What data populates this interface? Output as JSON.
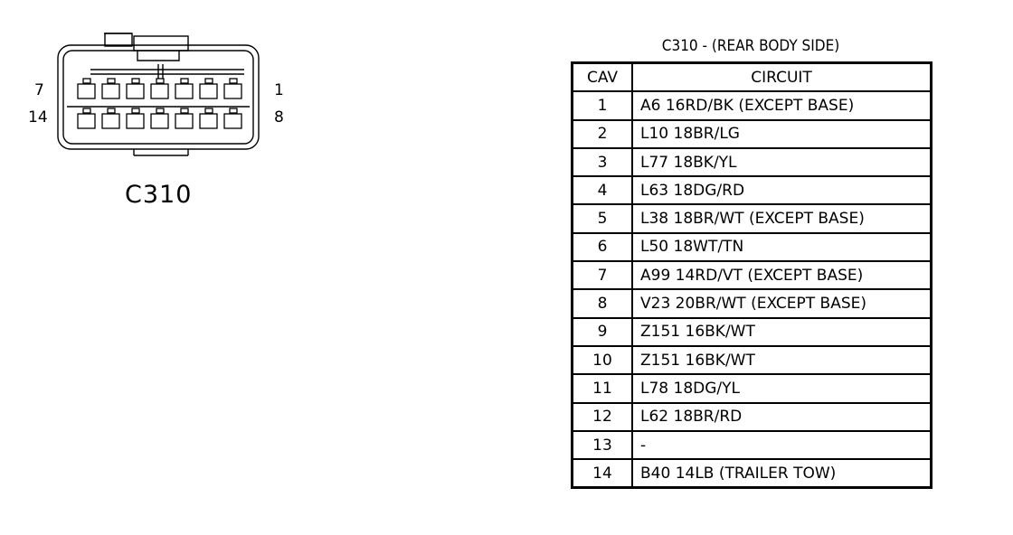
{
  "connector": {
    "name": "C310",
    "pin_labels": {
      "top_left": "7",
      "bottom_left": "14",
      "top_right": "1",
      "bottom_right": "8"
    }
  },
  "table": {
    "title": "C310 - (REAR BODY SIDE)",
    "headers": {
      "cav": "CAV",
      "circuit": "CIRCUIT"
    },
    "rows": [
      {
        "cav": "1",
        "circuit": "A6  16RD/BK (EXCEPT BASE)"
      },
      {
        "cav": "2",
        "circuit": "L10  18BR/LG"
      },
      {
        "cav": "3",
        "circuit": "L77  18BK/YL"
      },
      {
        "cav": "4",
        "circuit": "L63  18DG/RD"
      },
      {
        "cav": "5",
        "circuit": "L38  18BR/WT  (EXCEPT BASE)"
      },
      {
        "cav": "6",
        "circuit": "L50  18WT/TN"
      },
      {
        "cav": "7",
        "circuit": "A99  14RD/VT  (EXCEPT BASE)"
      },
      {
        "cav": "8",
        "circuit": "V23  20BR/WT  (EXCEPT BASE)"
      },
      {
        "cav": "9",
        "circuit": "Z151  16BK/WT"
      },
      {
        "cav": "10",
        "circuit": "Z151  16BK/WT"
      },
      {
        "cav": "11",
        "circuit": "L78  18DG/YL"
      },
      {
        "cav": "12",
        "circuit": "L62  18BR/RD"
      },
      {
        "cav": "13",
        "circuit": "-"
      },
      {
        "cav": "14",
        "circuit": "B40  14LB (TRAILER TOW)"
      }
    ]
  }
}
